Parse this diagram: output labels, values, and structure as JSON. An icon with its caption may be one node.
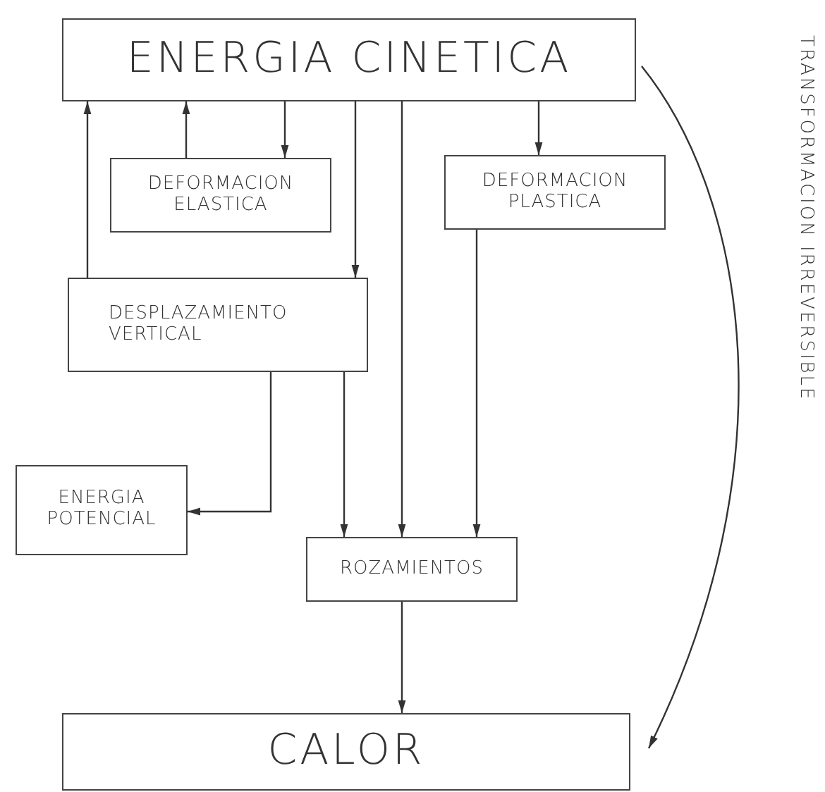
{
  "diagram": {
    "nodes": [
      {
        "text": [
          "ENERGIA CINETICA"
        ]
      },
      {
        "text": [
          "DEFORMACION ELASTICA"
        ]
      },
      {
        "text": [
          "DEFORMACION PLASTICA"
        ]
      },
      {
        "text": [
          "DESPLAZAMIENTO VERTICAL"
        ]
      },
      {
        "text": [
          "ENERGIA POTENCIAL"
        ]
      },
      {
        "text": [
          "ROZAMIENTOS"
        ]
      },
      {
        "text": [
          "CALOR"
        ]
      }
    ],
    "edges": [
      {
        "from": 3,
        "to": 0,
        "arrow": "to"
      },
      {
        "from": 1,
        "to": 0,
        "arrow": "to"
      },
      {
        "from": 0,
        "to": 1,
        "arrow": "to"
      },
      {
        "from": 0,
        "to": 3,
        "arrow": "to"
      },
      {
        "from": 0,
        "to": 5,
        "arrow": "to"
      },
      {
        "from": 0,
        "to": 2,
        "arrow": "to"
      },
      {
        "from": 2,
        "to": 5,
        "arrow": "to"
      },
      {
        "from": 3,
        "to": 5,
        "arrow": "to"
      },
      {
        "from": 3,
        "to": 4,
        "arrow": "to"
      },
      {
        "from": 5,
        "to": 6,
        "arrow": "to"
      },
      {
        "from": 0,
        "to": 6,
        "arrow": "to",
        "label": "TRANSFORMACION IRREVERSIBLE"
      }
    ]
  }
}
